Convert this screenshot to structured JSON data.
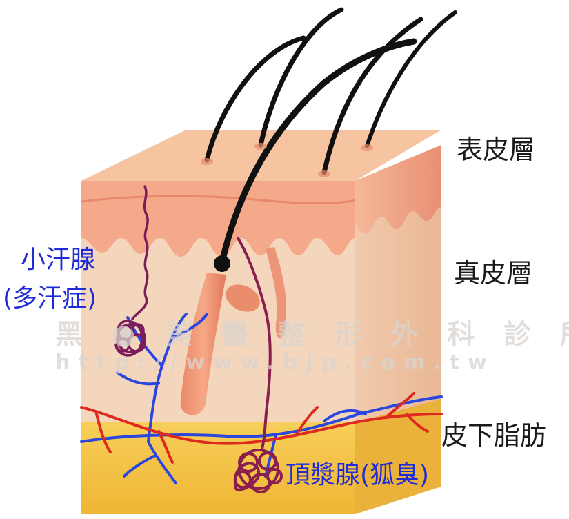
{
  "layers": {
    "epidermis": "表皮層",
    "dermis": "真皮層",
    "subcutaneous": "皮下脂肪"
  },
  "glands": {
    "eccrine_name": "小汗腺",
    "eccrine_note": "(多汗症)",
    "apocrine": "頂漿腺(狐臭)"
  },
  "watermark": {
    "name": "黑 ● 美 醫 整 形 外 科 診 所",
    "url": "http://www.bjp.com.tw"
  },
  "colors": {
    "epidermis_top": "#f6c39e",
    "dermis": "#f1cfb3",
    "fat": "#f3c04a",
    "vein": "#2b45e0",
    "artery": "#de2a1e",
    "gland": "#8a1f4e",
    "hair": "#111111",
    "label_blue": "#1f2bd6"
  }
}
